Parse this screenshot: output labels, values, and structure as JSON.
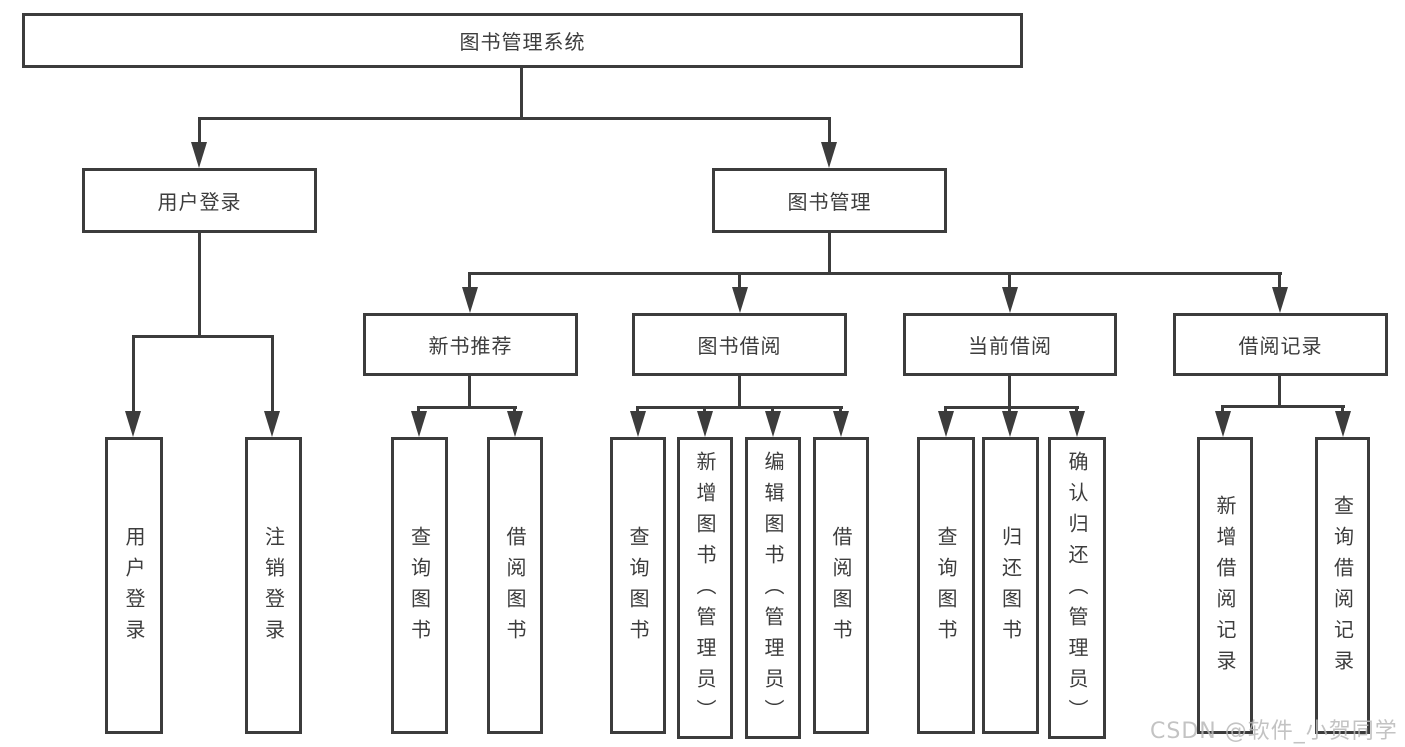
{
  "diagram": {
    "title": "图书管理系统",
    "level2": [
      {
        "label": "用户登录"
      },
      {
        "label": "图书管理"
      }
    ],
    "level3": [
      {
        "label": "新书推荐"
      },
      {
        "label": "图书借阅"
      },
      {
        "label": "当前借阅"
      },
      {
        "label": "借阅记录"
      }
    ],
    "leaves": [
      {
        "label": "用户登录"
      },
      {
        "label": "注销登录"
      },
      {
        "label": "查询图书"
      },
      {
        "label": "借阅图书"
      },
      {
        "label": "查询图书"
      },
      {
        "label": "新增图书（管理员）"
      },
      {
        "label": "编辑图书（管理员）"
      },
      {
        "label": "借阅图书"
      },
      {
        "label": "查询图书"
      },
      {
        "label": "归还图书"
      },
      {
        "label": "确认归还（管理员）"
      },
      {
        "label": "新增借阅记录"
      },
      {
        "label": "查询借阅记录"
      }
    ]
  },
  "watermark": {
    "text": "CSDN @软件_小贺同学"
  },
  "colors": {
    "line": "#3c3c3c",
    "text": "#3d3d3d",
    "watermark": "#b9b9b9",
    "background": "#ffffff"
  }
}
